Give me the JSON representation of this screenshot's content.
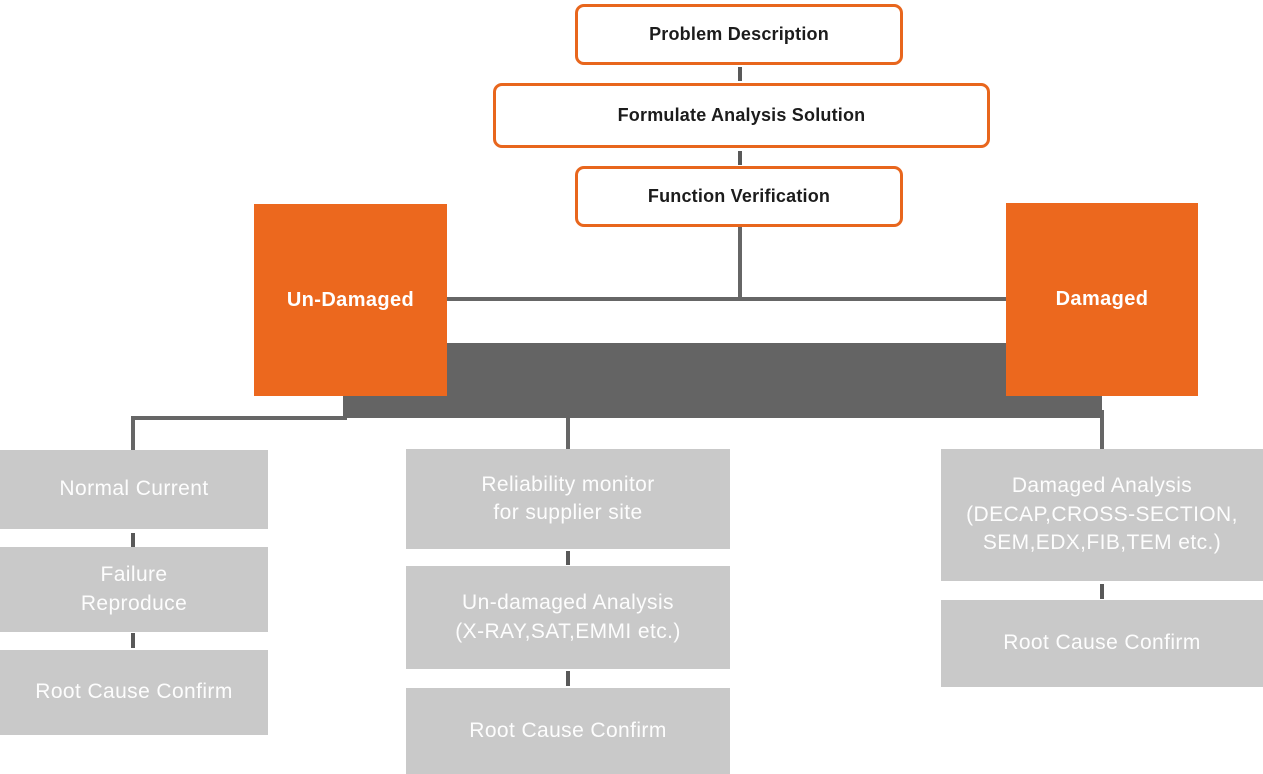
{
  "diagram": {
    "top_steps": [
      {
        "label": "Problem Description"
      },
      {
        "label": "Formulate Analysis Solution"
      },
      {
        "label": "Function Verification"
      }
    ],
    "branches": [
      {
        "label": "Un-Damaged"
      },
      {
        "label": "Damaged"
      }
    ],
    "columns": {
      "left": [
        {
          "label": "Normal Current"
        },
        {
          "label": "Failure\nReproduce"
        },
        {
          "label": "Root Cause Confirm"
        }
      ],
      "middle": [
        {
          "label": "Reliability monitor\nfor supplier site"
        },
        {
          "label": "Un-damaged Analysis\n(X-RAY,SAT,EMMI etc.)"
        },
        {
          "label": "Root Cause Confirm"
        }
      ],
      "right": [
        {
          "label": "Damaged Analysis\n(DECAP,CROSS-SECTION,\nSEM,EDX,FIB,TEM etc.)"
        },
        {
          "label": "Root Cause Confirm"
        }
      ]
    },
    "colors": {
      "accent_orange": "#EC681E",
      "step_border_orange": "#E8661D",
      "divider_dark_gray": "#646464",
      "connector_gray": "#666666",
      "dash_gray": "#595959",
      "task_light_gray": "#C9C9C9",
      "step_text": "#1C1C1C",
      "light_text": "#FFFFFF"
    }
  }
}
